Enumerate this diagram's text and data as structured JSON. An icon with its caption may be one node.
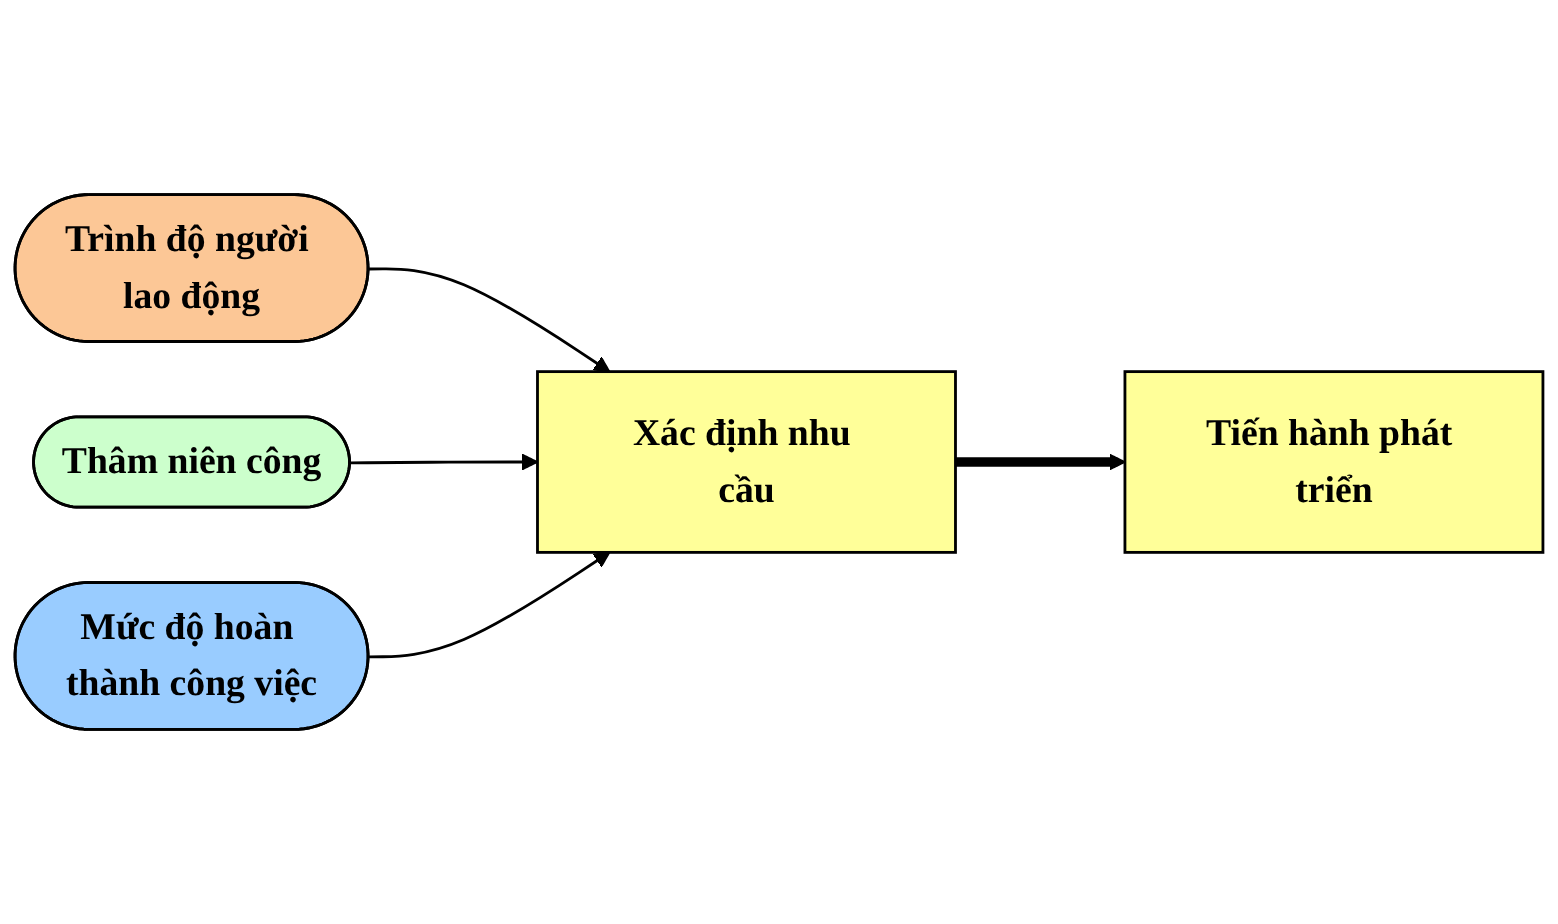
{
  "diagram": {
    "nodes": [
      {
        "text": [
          "Trình độ người lao động"
        ]
      },
      {
        "text": [
          "Thâm niên công"
        ]
      },
      {
        "text": [
          "Mức độ hoàn thành công việc"
        ]
      },
      {
        "text": [
          "Xác định nhu cầu"
        ]
      },
      {
        "text": [
          "Tiến hành phát triển"
        ]
      }
    ],
    "edges": [
      {
        "from": 0,
        "to": 3,
        "arrow": "to"
      },
      {
        "from": 1,
        "to": 3,
        "arrow": "to"
      },
      {
        "from": 2,
        "to": 3,
        "arrow": "to"
      },
      {
        "from": 3,
        "to": 4,
        "arrow": "to",
        "style": "thick"
      }
    ]
  }
}
